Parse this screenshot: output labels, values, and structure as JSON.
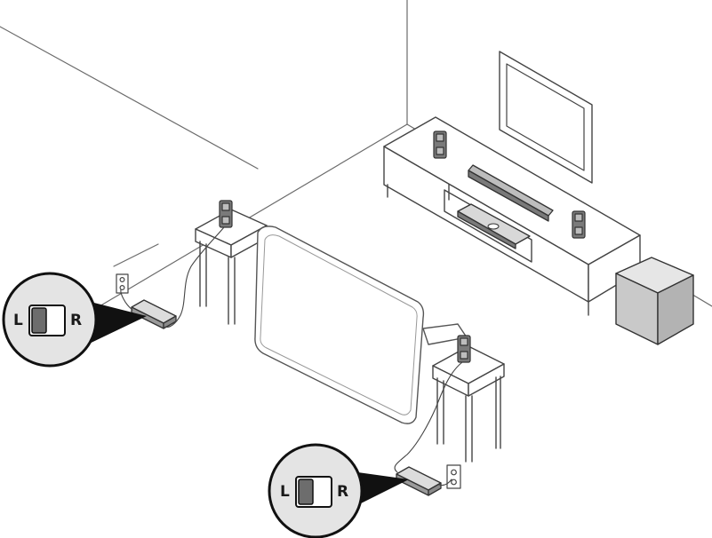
{
  "colors": {
    "line": "#444444",
    "wall_line": "#6b6b6b",
    "furniture_fill": "#ffffff",
    "speaker_fill": "#7a7a7a",
    "speaker_light": "#bdbdbd",
    "subwoofer_fill": "#c9c9c9",
    "callout_fill": "#e4e4e4",
    "callout_pointer": "#111111"
  },
  "switch_callouts": [
    {
      "left_label": "L",
      "right_label": "R",
      "selected": "L"
    },
    {
      "left_label": "L",
      "right_label": "R",
      "selected": "L"
    }
  ],
  "icons": [
    "wall-outlet-icon",
    "speaker-icon",
    "soundbar-icon",
    "console-icon",
    "subwoofer-icon",
    "tv-icon",
    "receiver-module-icon",
    "switch-icon"
  ]
}
